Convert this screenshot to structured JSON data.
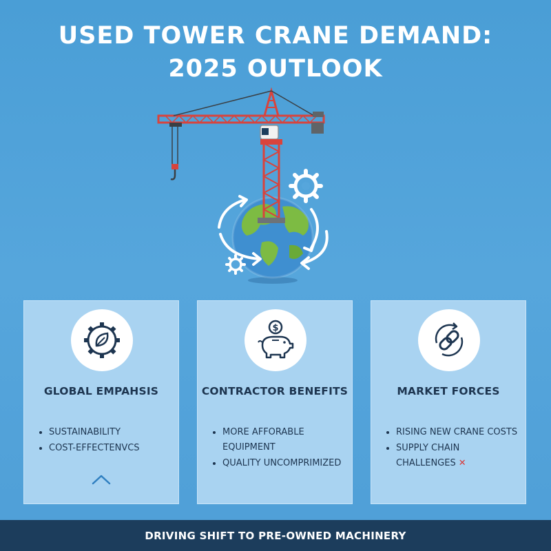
{
  "header": {
    "title_line1": "USED TOWER CRANE DEMAND:",
    "title_line2": "2025 OUTLOOK"
  },
  "hero": {
    "icons": [
      "tower-crane-icon",
      "globe-icon",
      "gear-icon",
      "cycle-arrows-icon"
    ]
  },
  "cards": [
    {
      "icon": "gear-leaf-icon",
      "title": "GLOBAL EMPAHSIS",
      "items": [
        "SUSTAINABILITY",
        "COST-EFFECTENVCS"
      ],
      "footer_icon": "chevron-up-icon"
    },
    {
      "icon": "piggy-bank-dollar-icon",
      "title": "CONTRACTOR BENEFITS",
      "items": [
        "MORE AFFORABLE EQUIPMENT",
        "QUALITY UNCOMPRIMIZED"
      ]
    },
    {
      "icon": "chain-link-refresh-icon",
      "title": "MARKET FORCES",
      "items": [
        "RISING NEW CRANE COSTS",
        "SUPPLY CHAIN CHALLENGES"
      ],
      "trailing_mark": "✕"
    }
  ],
  "footer": {
    "text": "DRIVING SHIFT TO PRE-OWNED MACHINERY"
  },
  "colors": {
    "background": "#56a6dc",
    "card": "#a9d3f1",
    "footer": "#1c3d5c",
    "crane": "#d9433c",
    "accent_red": "#d93a3a",
    "text_dark": "#1d3550"
  }
}
